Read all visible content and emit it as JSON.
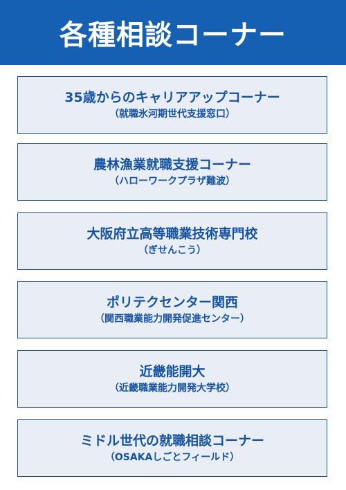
{
  "header": {
    "title": "各種相談コーナー"
  },
  "colors": {
    "header_bg": "#1560b3",
    "card_bg": "#e9edf6",
    "card_border": "#1a4e93",
    "card_text": "#1653a0"
  },
  "items": [
    {
      "title": "35歳からのキャリアアップコーナー",
      "subtitle": "（就職氷河期世代支援窓口）"
    },
    {
      "title": "農林漁業就職支援コーナー",
      "subtitle": "（ハローワークプラザ難波）"
    },
    {
      "title": "大阪府立高等職業技術専門校",
      "subtitle": "（ぎせんこう）"
    },
    {
      "title": "ポリテクセンター関西",
      "subtitle": "（関西職業能力開発促進センター）"
    },
    {
      "title": "近畿能開大",
      "subtitle": "（近畿職業能力開発大学校）"
    },
    {
      "title": "ミドル世代の就職相談コーナー",
      "subtitle": "（OSAKAしごとフィールド）"
    }
  ]
}
